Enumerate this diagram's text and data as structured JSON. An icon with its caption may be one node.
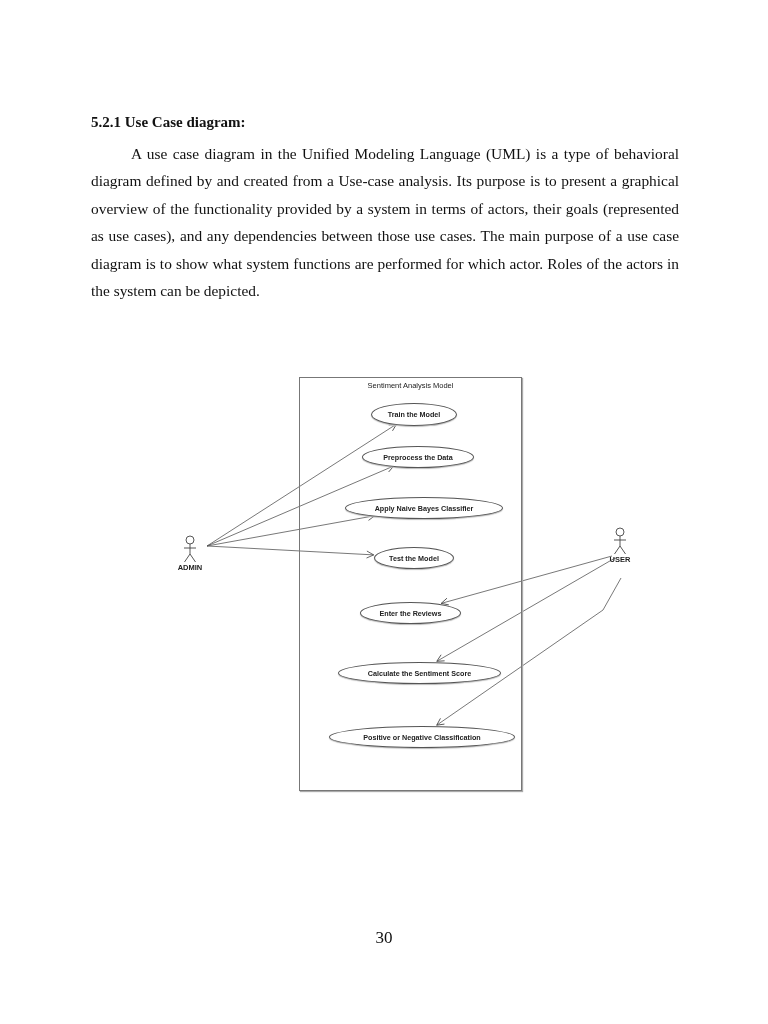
{
  "diagram": {
    "title": "5.2.1 Use Case diagram:",
    "nodes": [
      {
        "text": [
          "Sentiment Analysis Model"
        ]
      },
      {
        "text": [
          "Train the Model"
        ],
        "in": 0
      },
      {
        "text": [
          "Preprocess the Data"
        ],
        "in": 0
      },
      {
        "text": [
          "Apply Naive Bayes Classifier"
        ],
        "in": 0
      },
      {
        "text": [
          "Test the Model"
        ],
        "in": 0
      },
      {
        "text": [
          "Enter the Reviews"
        ],
        "in": 0
      },
      {
        "text": [
          "Calculate the Sentiment Score"
        ],
        "in": 0
      },
      {
        "text": [
          "Positive or Negative Classification"
        ],
        "in": 0
      },
      {
        "text": [
          "ADMIN"
        ]
      },
      {
        "text": [
          "USER"
        ]
      }
    ],
    "edges": [
      {
        "from": 8,
        "to": 1,
        "arrow": "to"
      },
      {
        "from": 8,
        "to": 2,
        "arrow": "to"
      },
      {
        "from": 8,
        "to": 3,
        "arrow": "to"
      },
      {
        "from": 8,
        "to": 4,
        "arrow": "to"
      },
      {
        "from": 9,
        "to": 5,
        "arrow": "to"
      },
      {
        "from": 9,
        "to": 6,
        "arrow": "to"
      },
      {
        "from": 9,
        "to": 7,
        "arrow": "to"
      }
    ],
    "labels": [
      "A use case diagram in the Unified Modeling Language (UML) is a type of behavioral diagram defined by and created from a Use-case analysis. Its purpose is to present a graphical overview of the functionality provided by a system in terms of actors, their goals (represented as use cases), and any dependencies between those use cases. The main purpose of a use case diagram is to show what system functions are performed for which actor. Roles of the actors in the system can be depicted.",
      "30"
    ]
  }
}
